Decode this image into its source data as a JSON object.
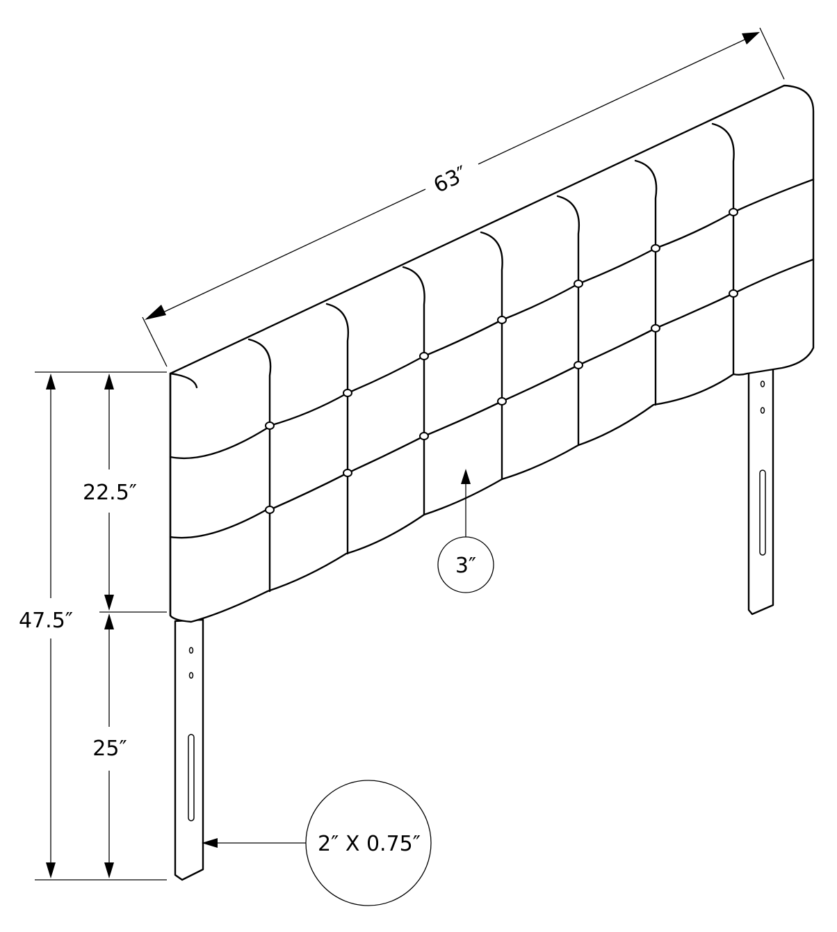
{
  "dimensions": {
    "width": "63″",
    "panel_height": "22.5″",
    "total_height": "47.5″",
    "leg_height": "25″",
    "padding": "3″",
    "leg_size": "2″ X 0.75″"
  }
}
